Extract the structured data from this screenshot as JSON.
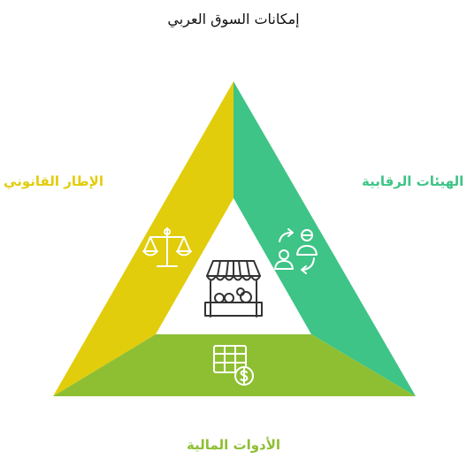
{
  "title": "إمكانات السوق العربي",
  "sections": {
    "legal": {
      "label": "الإطار القانوني",
      "color": "#e1cd0c",
      "icon": "scales-icon"
    },
    "regulatory": {
      "label": "الهيئات الرقابية",
      "color": "#3ec486",
      "icon": "people-exchange-icon"
    },
    "financial": {
      "label": "الأدوات المالية",
      "color": "#8ebf33",
      "icon": "spreadsheet-dollar-icon"
    }
  },
  "center": {
    "icon": "market-stall-icon"
  }
}
